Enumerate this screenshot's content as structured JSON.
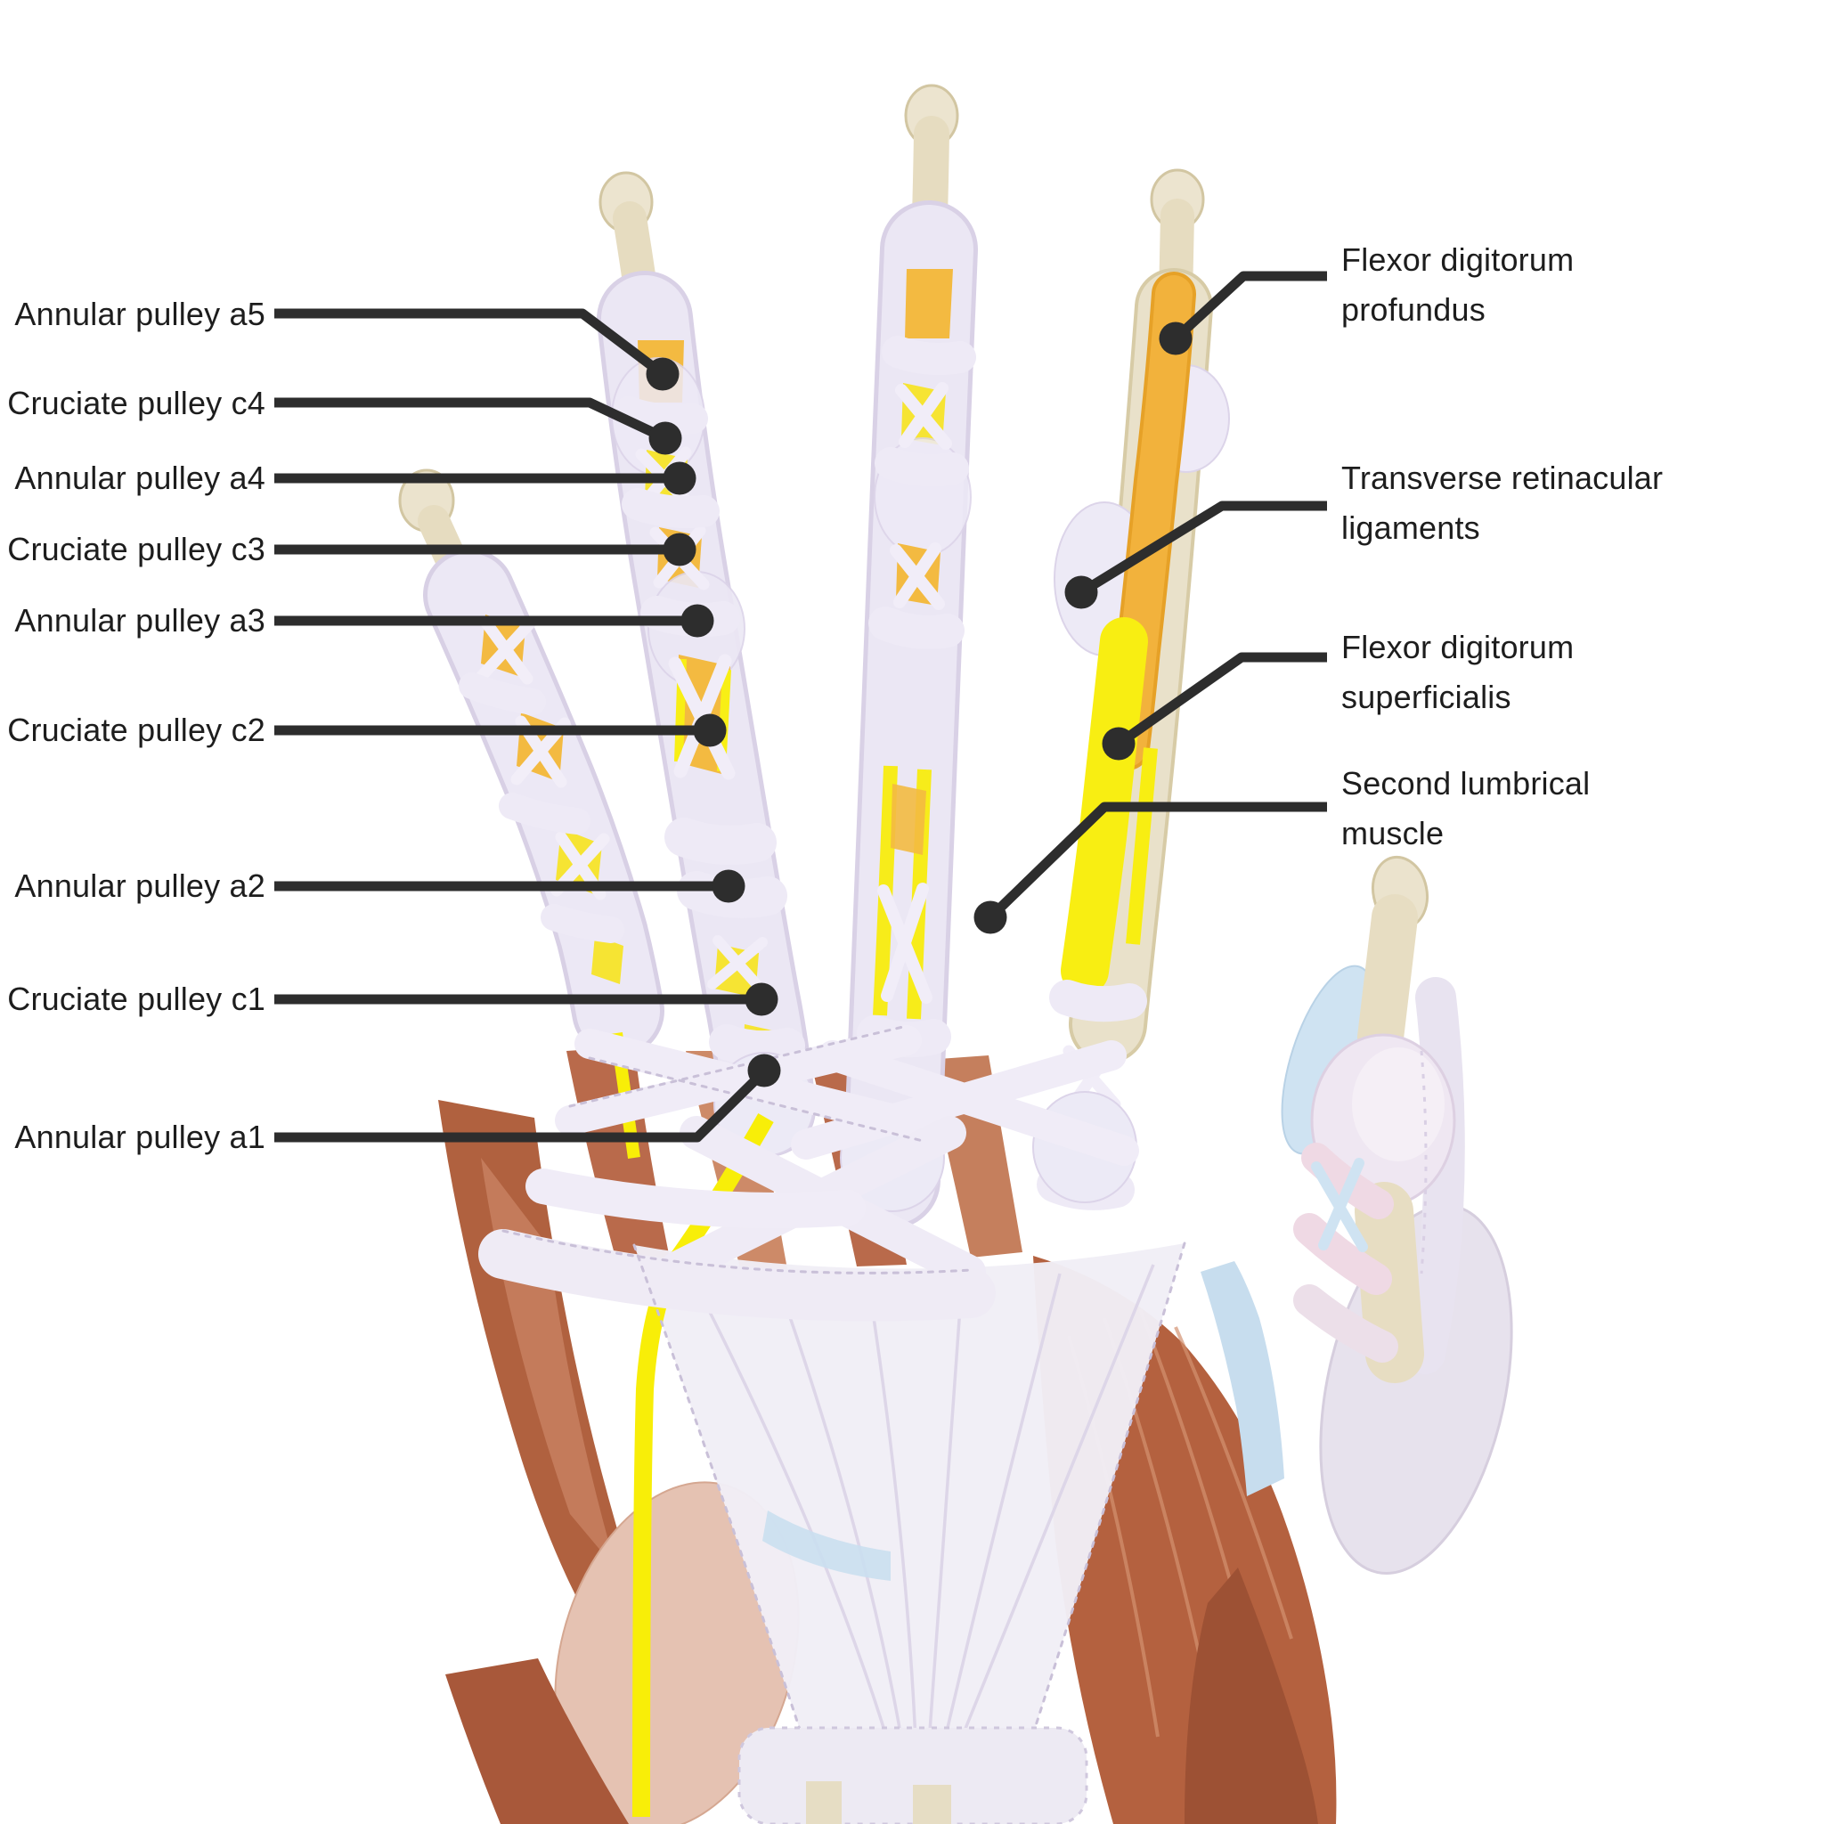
{
  "figure": {
    "subject": "Flexor pulley system of the hand, palmar view (anatomical illustration)",
    "background": "#ffffff"
  },
  "palette": {
    "label_text": "#1d1d1d",
    "leader_line": "#2d2d2d",
    "tendon_yellow": "#f8ee12",
    "tendon_orange": "#f2b23c",
    "bone_ivory": "#ebe3cd",
    "sheath_lavender": "#ebe7f4",
    "muscle_red": "#b4613f",
    "muscle_pink": "#e5c2b2",
    "cartilage_blue": "#cfe3f2",
    "aponeurosis": "#f1eef6"
  },
  "labels": {
    "left": [
      {
        "text": "Annular pulley a5"
      },
      {
        "text": "Cruciate pulley c4"
      },
      {
        "text": "Annular pulley a4"
      },
      {
        "text": "Cruciate pulley c3"
      },
      {
        "text": "Annular pulley a3"
      },
      {
        "text": "Cruciate pulley c2"
      },
      {
        "text": "Annular pulley a2"
      },
      {
        "text": "Cruciate pulley c1"
      },
      {
        "text": "Annular pulley a1"
      }
    ],
    "right": [
      {
        "text": "Flexor digitorum profundus"
      },
      {
        "text": "Transverse retinacular ligaments"
      },
      {
        "text": "Flexor digitorum superficialis"
      },
      {
        "text": "Second lumbrical muscle"
      }
    ]
  }
}
